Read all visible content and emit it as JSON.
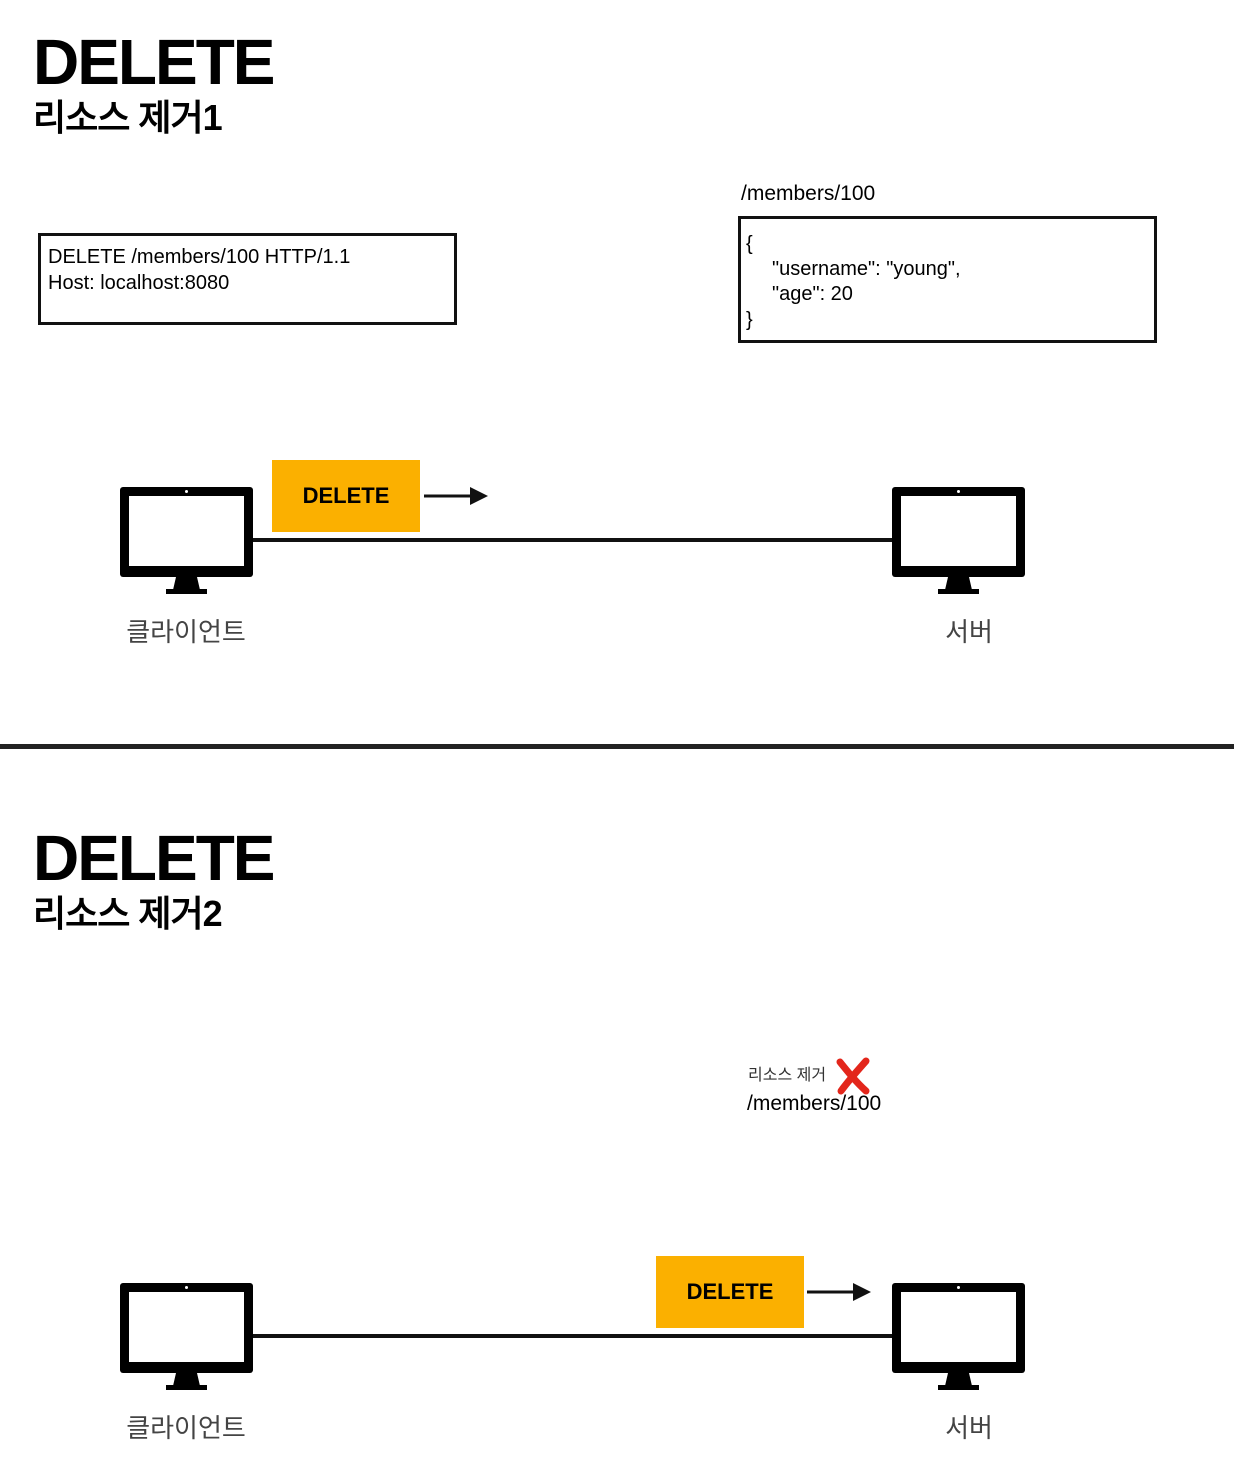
{
  "panel1": {
    "title": "DELETE",
    "subtitle": "리소스 제거1",
    "request": {
      "line1": "DELETE /members/100 HTTP/1.1",
      "line2": "Host: localhost:8080"
    },
    "resource_path": "/members/100",
    "resource_body": {
      "open": "{",
      "line1": "\"username\": \"young\",",
      "line2": "\"age\": 20",
      "close": "}"
    },
    "method_label": "DELETE",
    "client_label": "클라이언트",
    "server_label": "서버"
  },
  "panel2": {
    "title": "DELETE",
    "subtitle": "리소스 제거2",
    "removed_note": "리소스 제거",
    "resource_path": "/members/100",
    "method_label": "DELETE",
    "client_label": "클라이언트",
    "server_label": "서버"
  },
  "colors": {
    "method_box": "#fbb000",
    "removed_mark": "#e3261b"
  },
  "icons": {
    "client": "monitor-icon",
    "server": "monitor-icon",
    "removed": "x-mark-icon",
    "arrow": "arrow-right-icon"
  }
}
